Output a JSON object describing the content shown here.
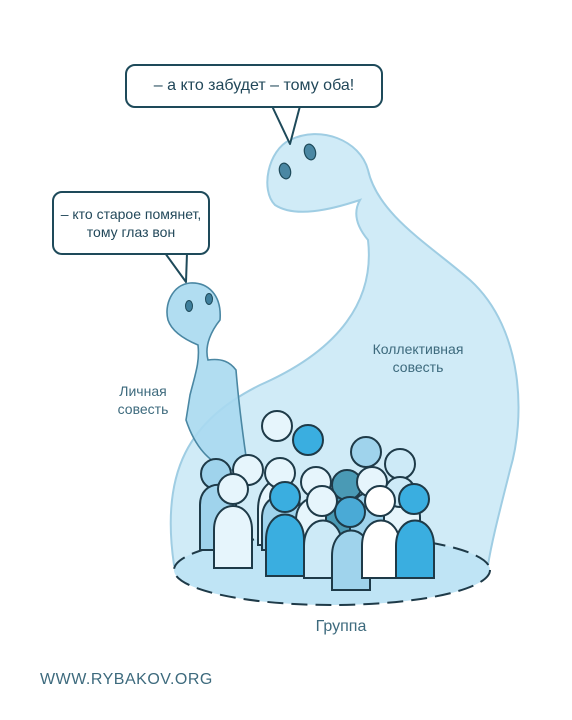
{
  "bubbles": {
    "collective_quote": "– а кто забудет – тому оба!",
    "personal_quote": "– кто старое помянет, тому глаз вон"
  },
  "labels": {
    "personal_conscience": "Личная\nсовесть",
    "collective_conscience": "Коллективная\nсовесть",
    "group": "Группа"
  },
  "footer": {
    "site": "WWW.RYBAKOV.ORG"
  },
  "colors": {
    "collective_fill": "#cdeaf7",
    "personal_fill": "#a9d9ef",
    "outline": "#1e4a5a",
    "people_dark": "#3aaee0",
    "people_mid": "#9fd3ec",
    "people_light": "#e6f5fc",
    "people_teal": "#4a9ab5"
  }
}
